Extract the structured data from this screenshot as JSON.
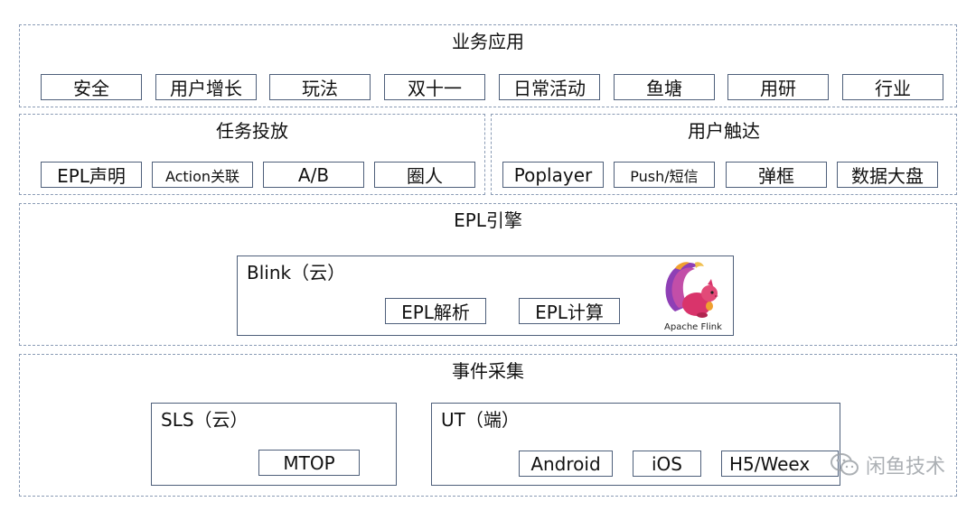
{
  "business_layer": {
    "title": "业务应用",
    "items": [
      "安全",
      "用户增长",
      "玩法",
      "双十一",
      "日常活动",
      "鱼塘",
      "用研",
      "行业"
    ]
  },
  "task_layer": {
    "title": "任务投放",
    "items": [
      "EPL声明",
      "Action关联",
      "A/B",
      "圈人"
    ]
  },
  "reach_layer": {
    "title": "用户触达",
    "items": [
      "Poplayer",
      "Push/短信",
      "弹框",
      "数据大盘"
    ]
  },
  "engine_layer": {
    "title": "EPL引擎",
    "blink": {
      "title": "Blink（云）",
      "items": [
        "EPL解析",
        "EPL计算"
      ],
      "logo_caption": "Apache Flink"
    }
  },
  "collect_layer": {
    "title": "事件采集",
    "sls": {
      "title": "SLS（云）",
      "items": [
        "MTOP"
      ]
    },
    "ut": {
      "title": "UT（端）",
      "items": [
        "Android",
        "iOS",
        "H5/Weex"
      ]
    }
  },
  "watermark": {
    "text": "闲鱼技术"
  },
  "colors": {
    "box_border": "#4e5f7a",
    "dashed_border": "#8a9bb5",
    "squirrel_body": "#d9346b",
    "squirrel_tail": "#8e3fb5",
    "squirrel_accent": "#f0a030"
  }
}
